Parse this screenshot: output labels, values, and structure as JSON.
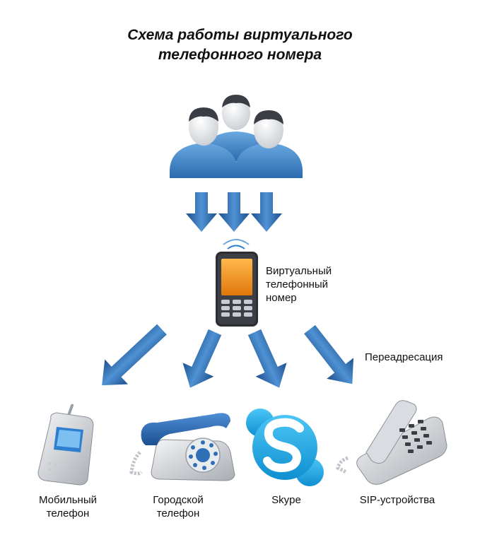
{
  "title": {
    "line1": "Схема работы виртуального",
    "line2": "телефонного номера"
  },
  "virtual_number": {
    "line1": "Виртуальный",
    "line2": "телефонный",
    "line3": "номер"
  },
  "forwarding_label": "Переадресация",
  "devices": [
    {
      "line1": "Мобильный",
      "line2": "телефон",
      "icon": "mobile-phone-icon"
    },
    {
      "line1": "Городской",
      "line2": "телефон",
      "icon": "landline-phone-icon"
    },
    {
      "line1": "Skype",
      "line2": "",
      "icon": "skype-icon"
    },
    {
      "line1": "SIP-устройства",
      "line2": "",
      "icon": "sip-phone-icon"
    }
  ],
  "colors": {
    "arrow": "#2e6fb5",
    "person": "#3d84c8",
    "screen": "#f39a1c",
    "skype": "#17a9e6"
  }
}
